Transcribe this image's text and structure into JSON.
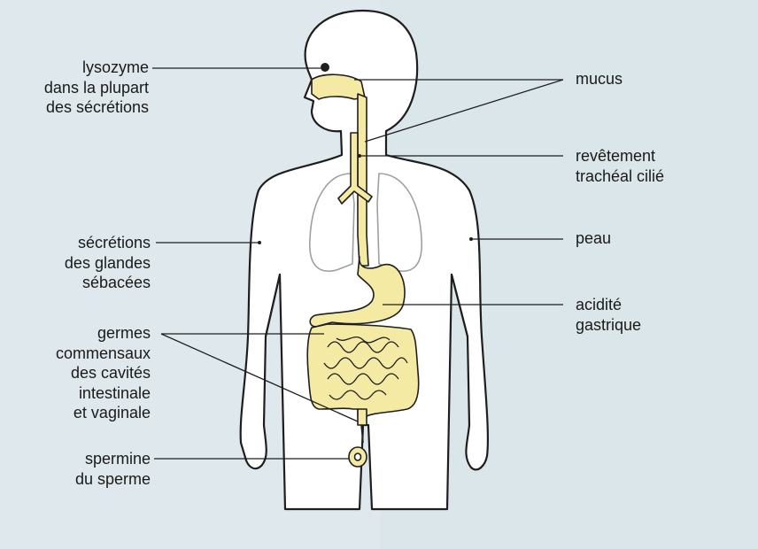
{
  "colors": {
    "background": "#dfe8ec",
    "organ_fill": "#f4eaa4",
    "outline": "#1e1e1e"
  },
  "labels": {
    "lysozyme": [
      "lysozyme",
      "dans la plupart",
      "des sécrétions"
    ],
    "sebum": [
      "sécrétions",
      "des glandes",
      "sébacées"
    ],
    "commensals": [
      "germes",
      "commensaux",
      "des cavités",
      "intestinale",
      "et vaginale"
    ],
    "spermine": [
      "spermine",
      "du sperme"
    ],
    "mucus": [
      "mucus"
    ],
    "cilia": [
      "revêtement",
      "trachéal cilié"
    ],
    "skin": [
      "peau"
    ],
    "acidity": [
      "acidité",
      "gastrique"
    ]
  }
}
